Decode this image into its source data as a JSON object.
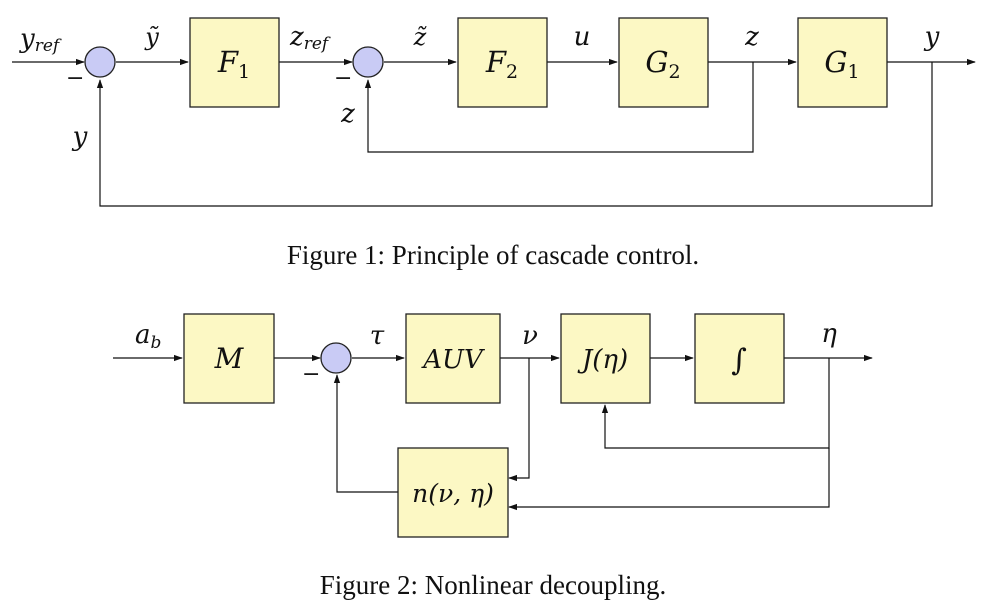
{
  "figure1": {
    "caption": "Figure 1: Principle of cascade control.",
    "blocks": {
      "f1": {
        "base": "F",
        "sub": "1"
      },
      "f2": {
        "base": "F",
        "sub": "2"
      },
      "g2": {
        "base": "G",
        "sub": "2"
      },
      "g1": {
        "base": "G",
        "sub": "1"
      }
    },
    "signals": {
      "yref": {
        "base": "y",
        "sub": "ref"
      },
      "ytilde": "ỹ",
      "zref": {
        "base": "z",
        "sub": "ref"
      },
      "ztilde": "z̃",
      "u": "u",
      "z": "z",
      "y_out": "y",
      "z_fb": "z",
      "y_fb": "y"
    },
    "minus_sign": "−"
  },
  "figure2": {
    "caption": "Figure 2: Nonlinear decoupling.",
    "blocks": {
      "m": "M",
      "auv": "AUV",
      "j": "J(η)",
      "int": "∫",
      "n": "n(ν, η)"
    },
    "signals": {
      "ab": {
        "base": "a",
        "sub": "b"
      },
      "tau": "τ",
      "nu": "ν",
      "eta": "η"
    },
    "minus_sign": "−"
  }
}
